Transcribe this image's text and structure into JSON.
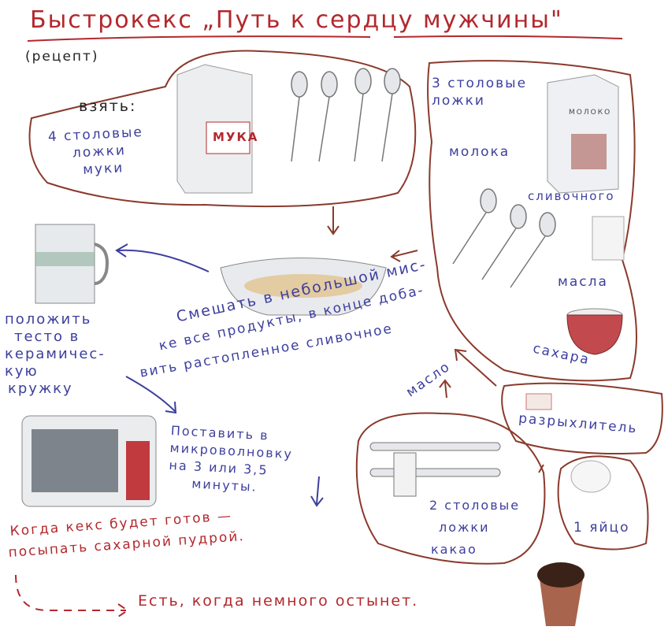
{
  "title": {
    "text": "Быстрокекс „Путь к сердцу мужчины\"",
    "color": "#b3282d"
  },
  "subtitle": "(рецепт)",
  "take_label": "взять:",
  "flour": {
    "lines": [
      "4 столовые",
      "ложки",
      "муки"
    ],
    "package_label": "МУКА"
  },
  "milk": {
    "lines": [
      "3 столовые",
      "ложки"
    ],
    "word": "молока",
    "package_label": "МОЛОКО"
  },
  "butter": {
    "line1": "сливочного",
    "line2": "масла"
  },
  "sugar": "сахара",
  "mix_instruction": {
    "lines": [
      "Смешать в небольшой мис-",
      "ке все продукты, в конце доба-",
      "вить растопленное сливочное",
      "масло"
    ]
  },
  "mug_instruction": {
    "lines": [
      "положить",
      "тесто в",
      "керамичес-",
      "кую",
      "кружку"
    ]
  },
  "microwave_instruction": {
    "lines": [
      "Поставить в",
      "микроволновку",
      "на 3 или 3,5",
      "минуты."
    ]
  },
  "baking_powder": "разрыхлитель",
  "egg": "1 яйцо",
  "cocoa": {
    "lines": [
      "2 столовые",
      "ложки",
      "какао"
    ]
  },
  "ready_instruction": {
    "lines": [
      "Когда кекс будет готов —",
      "посыпать сахарной пудрой."
    ]
  },
  "eat_instruction": "Есть, когда немного остынет.",
  "colors": {
    "ink_blue": "#3d3f9e",
    "ink_red": "#b3282d",
    "outline_brown": "#8a3a2c"
  }
}
